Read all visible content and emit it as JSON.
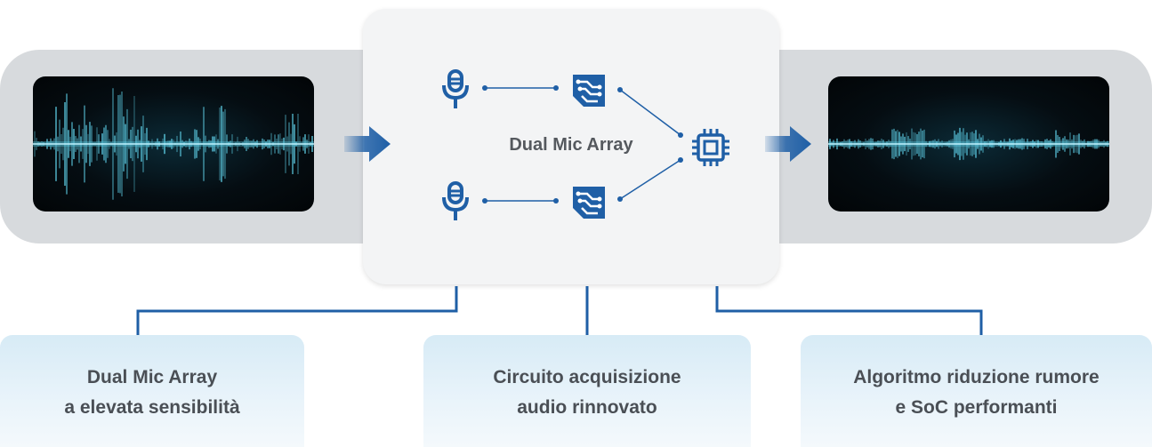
{
  "diagram": {
    "center_label": "Dual Mic Array",
    "cards": [
      {
        "line1": "Dual Mic Array",
        "line2": "a elevata sensibilità"
      },
      {
        "line1": "Circuito acquisizione",
        "line2": "audio rinnovato"
      },
      {
        "line1": "Algoritmo riduzione rumore",
        "line2": "e SoC performanti"
      }
    ],
    "icons": {
      "mic_top": "microphone-icon",
      "mic_bottom": "microphone-icon",
      "circuit_top": "circuit-board-icon",
      "circuit_bottom": "circuit-board-icon",
      "chip": "processor-chip-icon",
      "arrow_in": "arrow-right-icon",
      "arrow_out": "arrow-right-icon"
    },
    "colors": {
      "accent_blue": "#1f5fa6",
      "wave_cyan": "#5fd0e8",
      "panel_bg": "#050d12",
      "band_gray": "#d7dadd",
      "card_bg": "#dcecf6",
      "text_gray": "#4a4f55"
    }
  }
}
